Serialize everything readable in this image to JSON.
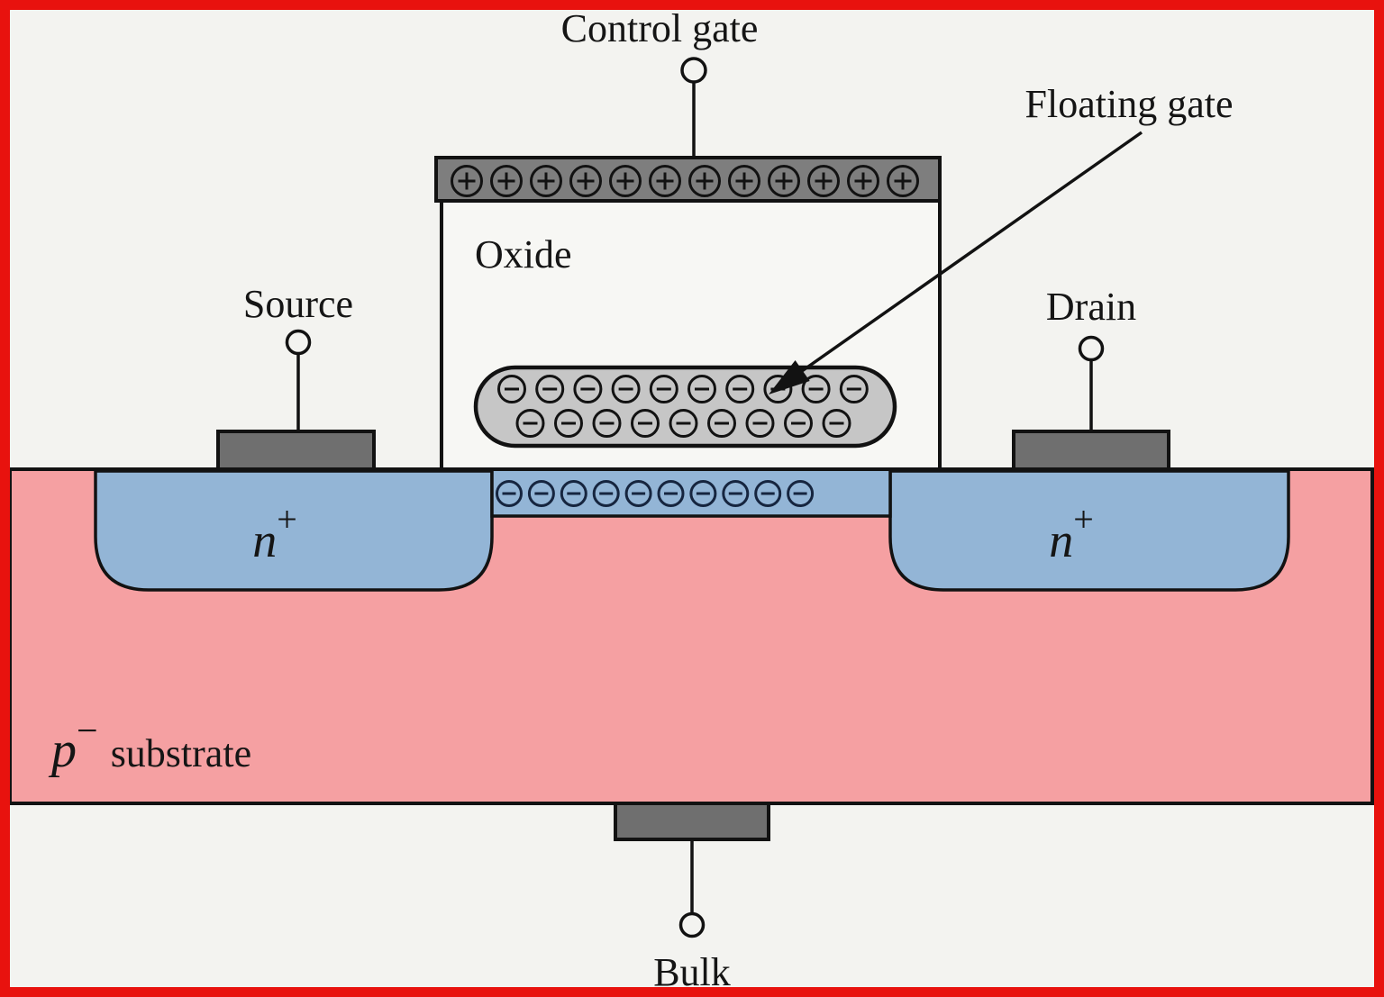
{
  "diagram": {
    "labels": {
      "control_gate": "Control gate",
      "floating_gate": "Floating gate",
      "source": "Source",
      "drain": "Drain",
      "oxide": "Oxide",
      "bulk": "Bulk"
    },
    "regions": {
      "n_plus_base": "n",
      "n_plus_sup": "+",
      "p_base": "p",
      "p_sup": "−",
      "p_rest": "substrate"
    },
    "charges": {
      "plus_symbol": "+",
      "minus_symbol": "−",
      "control_gate_plus_count": 12,
      "floating_gate_top_minus_count": 10,
      "floating_gate_bottom_minus_count": 9,
      "channel_minus_count": 10
    },
    "colors": {
      "frame_red": "#E8120E",
      "background": "#F3F3F0",
      "oxide_fill": "#F7F7F4",
      "substrate_pink": "#F5A0A2",
      "n_region_blue": "#93B5D6",
      "control_gate_gray": "#7E7E7E",
      "contact_gray": "#6F6F6F",
      "floating_gate_gray": "#C6C6C6",
      "channel_charge_navy": "#16253F",
      "outline_black": "#121212"
    }
  }
}
